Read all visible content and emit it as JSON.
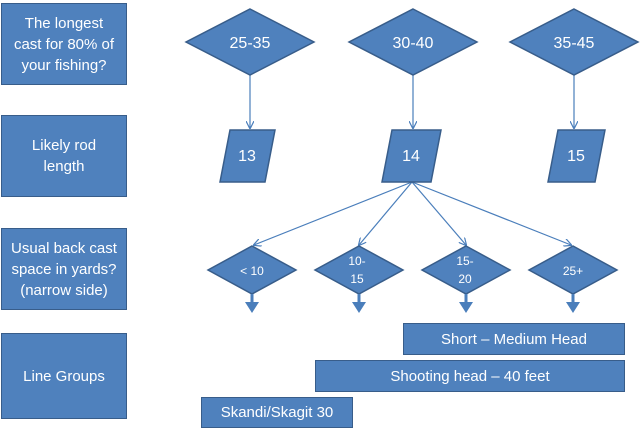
{
  "questions": [
    {
      "label": "The longest\ncast for 80% of\nyour fishing?"
    },
    {
      "label": "Likely rod\nlength"
    },
    {
      "label": "Usual back cast\nspace in yards?\n(narrow side)"
    },
    {
      "label": "Line Groups"
    }
  ],
  "cast_ranges": [
    "25-35",
    "30-40",
    "35-45"
  ],
  "rod_lengths": [
    "13",
    "14",
    "15"
  ],
  "backcast_spaces": [
    {
      "line1": "< 10",
      "line2": ""
    },
    {
      "line1": "10-",
      "line2": "15"
    },
    {
      "line1": "15-",
      "line2": "20"
    },
    {
      "line1": "25+",
      "line2": ""
    }
  ],
  "line_groups": [
    "Short – Medium Head",
    "Shooting head – 40 feet",
    "Skandi/Skagit 30"
  ],
  "colors": {
    "fill": "#4f81bd",
    "stroke": "#385d8a",
    "connector": "#4a7ebb",
    "text": "#ffffff"
  }
}
